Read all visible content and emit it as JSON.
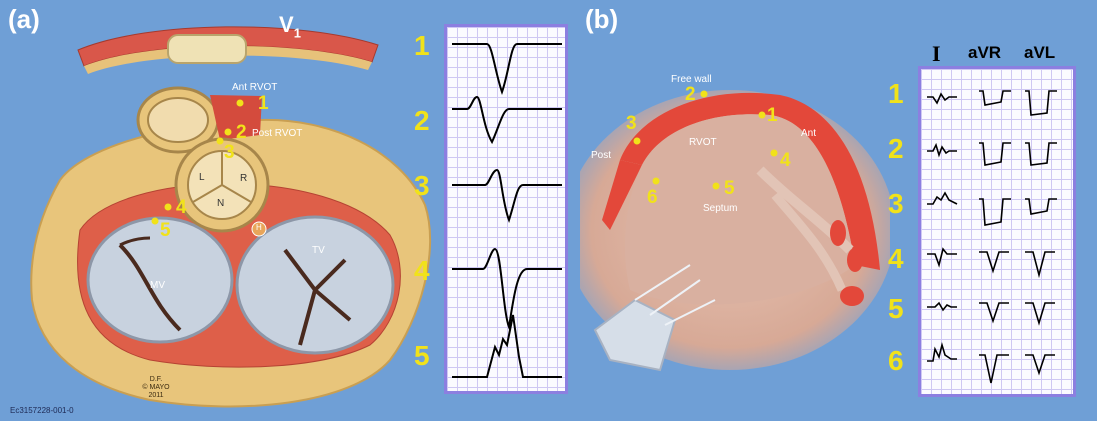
{
  "panel_a": {
    "label": "(a)",
    "v1_label": "V",
    "v1_subscript": "1",
    "anatomy_labels": {
      "ant_rvot": "Ant RVOT",
      "post_rvot": "Post RVOT",
      "cusp_l": "L",
      "cusp_r": "R",
      "cusp_n": "N",
      "his": "H",
      "mv": "MV",
      "tv": "TV"
    },
    "sites": [
      "1",
      "2",
      "3",
      "4",
      "5"
    ],
    "credit": [
      "D.F.",
      "© MAYO",
      "2011"
    ],
    "figure_id": "Ec3157228-001-0",
    "ecg_numbers": [
      "1",
      "2",
      "3",
      "4",
      "5"
    ]
  },
  "panel_b": {
    "label": "(b)",
    "anatomy_labels": {
      "free_wall": "Free wall",
      "post": "Post",
      "rvot": "RVOT",
      "ant": "Ant",
      "septum": "Septum"
    },
    "sites": [
      "1",
      "2",
      "3",
      "4",
      "5",
      "6"
    ],
    "lead_headers": [
      "I",
      "aVR",
      "aVL"
    ],
    "row_numbers": [
      "1",
      "2",
      "3",
      "4",
      "5",
      "6"
    ]
  },
  "colors": {
    "background": "#6f9fd6",
    "marker_yellow": "#f1e21a",
    "grid_border": "#8c7fe0",
    "muscle_red": "#e55a45",
    "annulus_tan": "#e7c27a"
  }
}
